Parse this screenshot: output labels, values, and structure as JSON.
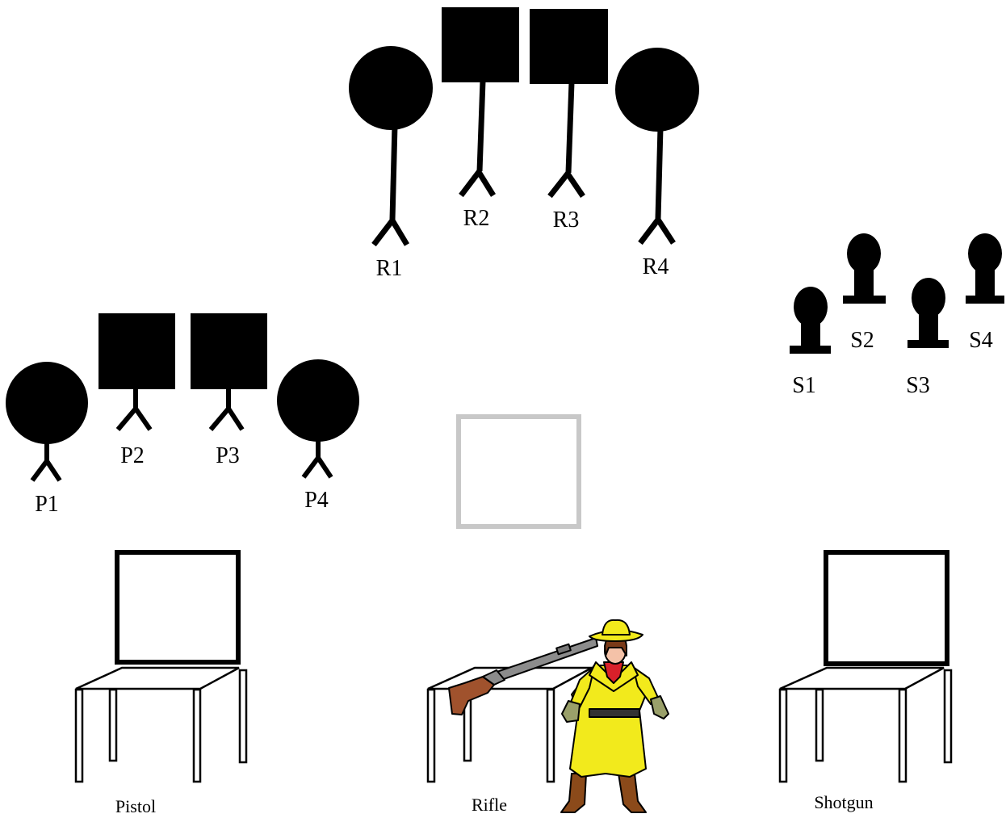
{
  "rifle_targets": [
    {
      "label": "R1",
      "shape": "circle"
    },
    {
      "label": "R2",
      "shape": "square"
    },
    {
      "label": "R3",
      "shape": "square"
    },
    {
      "label": "R4",
      "shape": "circle"
    }
  ],
  "pistol_targets": [
    {
      "label": "P1",
      "shape": "circle"
    },
    {
      "label": "P2",
      "shape": "square"
    },
    {
      "label": "P3",
      "shape": "square"
    },
    {
      "label": "P4",
      "shape": "circle"
    }
  ],
  "shotgun_targets": [
    {
      "label": "S1"
    },
    {
      "label": "S2"
    },
    {
      "label": "S3"
    },
    {
      "label": "S4"
    }
  ],
  "tables": [
    {
      "label": "Pistol"
    },
    {
      "label": "Rifle"
    },
    {
      "label": "Shotgun"
    }
  ],
  "colors": {
    "ink": "#000000",
    "start_box": "#c8c8c8",
    "shooter_dress": "#f2ea1c",
    "shooter_boots": "#8b4a1a",
    "bandana": "#d8202a",
    "gloves": "#9aa06a",
    "rifle_stock": "#a0522d",
    "rifle_barrel": "#8c8c8c"
  },
  "icons": [
    "cowgirl-shooter-icon",
    "rifle-icon"
  ]
}
